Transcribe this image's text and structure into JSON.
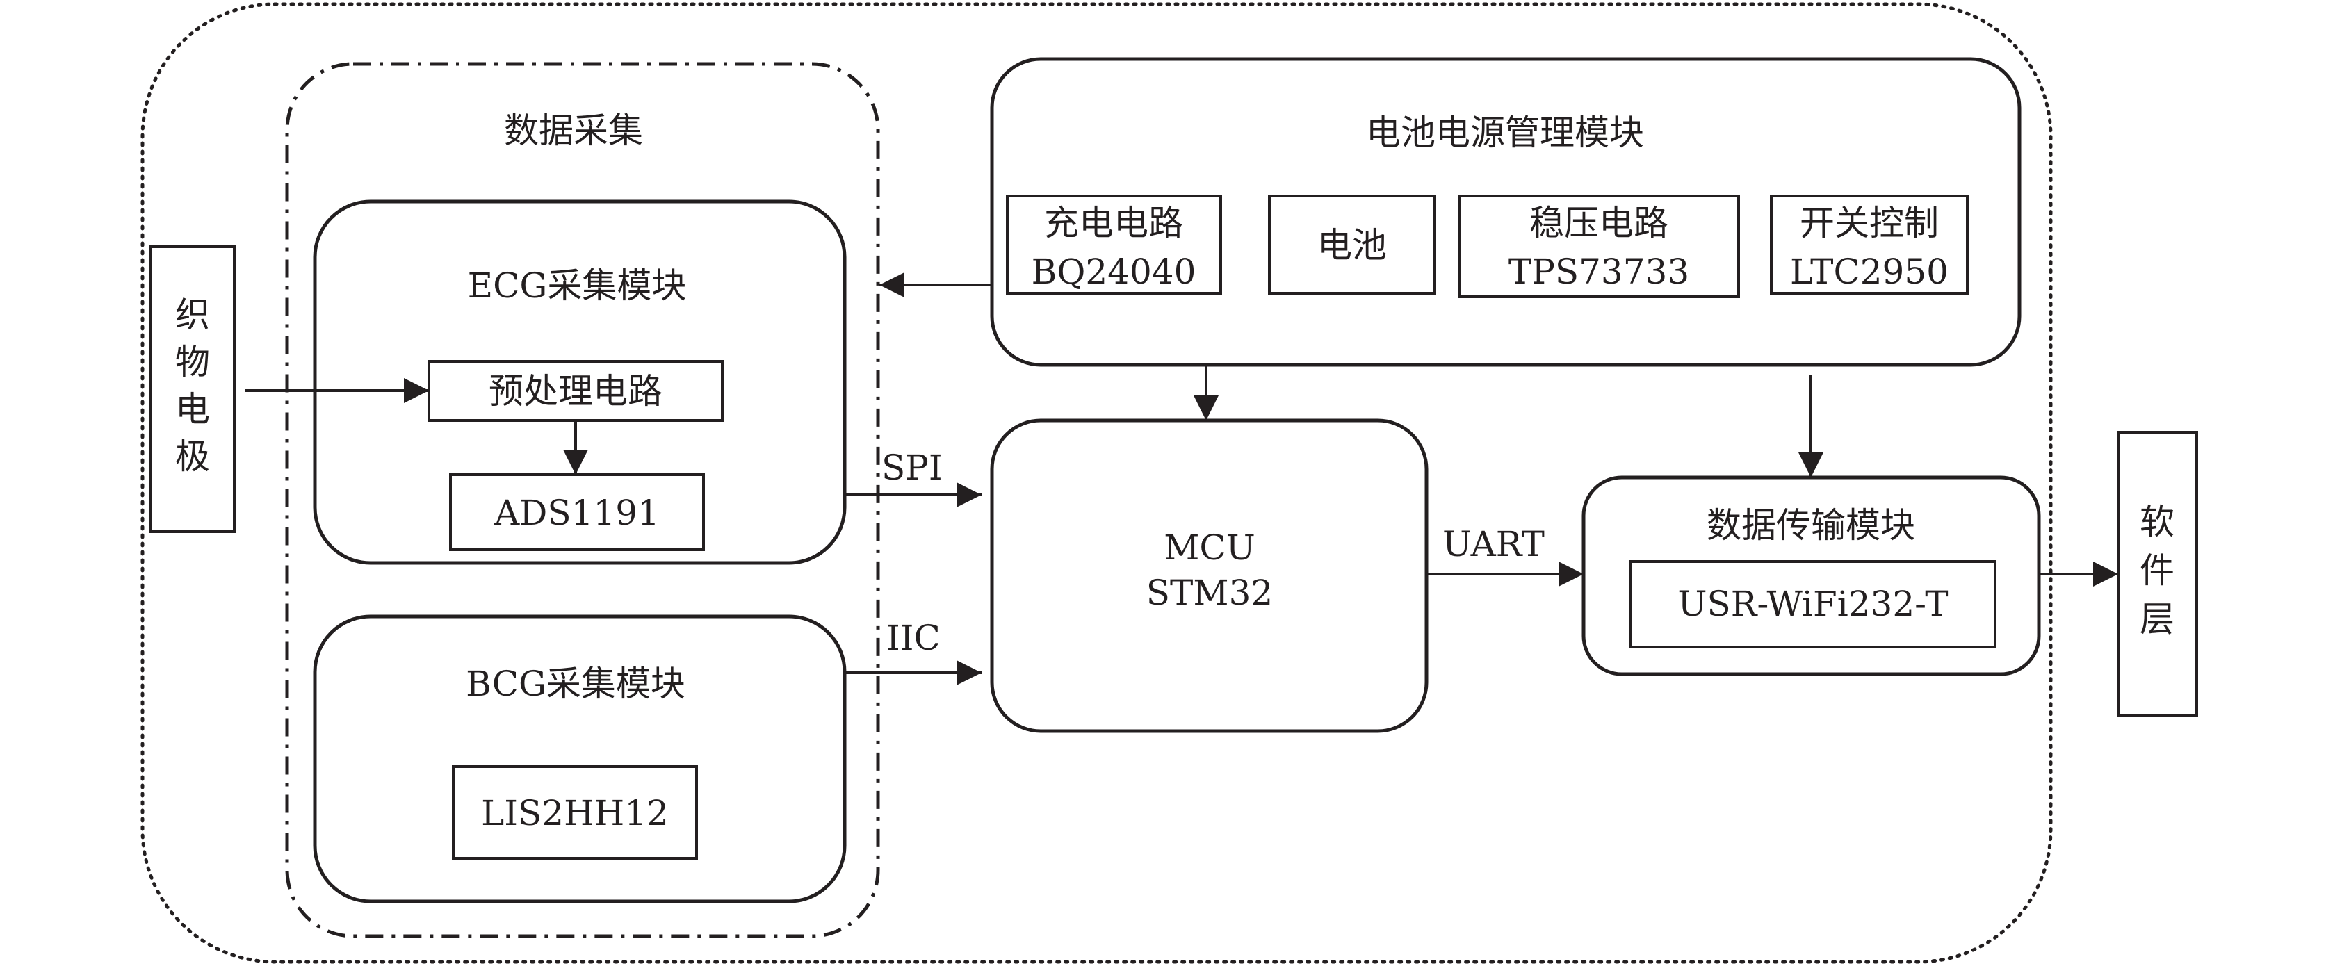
{
  "outer_system": {},
  "data_acquisition": {
    "title": "数据采集",
    "ecg_module": {
      "title": "ECG采集模块",
      "preprocess": "预处理电路",
      "chip": "ADS1191"
    },
    "bcg_module": {
      "title": "BCG采集模块",
      "chip": "LIS2HH12"
    }
  },
  "power_module": {
    "title": "电池电源管理模块",
    "charge": {
      "line1": "充电电路",
      "line2": "BQ24040"
    },
    "battery": {
      "line1": "电池"
    },
    "regulator": {
      "line1": "稳压电路",
      "line2": "TPS73733"
    },
    "switch": {
      "line1": "开关控制",
      "line2": "LTC2950"
    }
  },
  "electrode": {
    "chars": [
      "织",
      "物",
      "电",
      "极"
    ]
  },
  "mcu": {
    "line1": "MCU",
    "line2": "STM32"
  },
  "transmission": {
    "title": "数据传输模块",
    "chip": "USR-WiFi232-T"
  },
  "software": {
    "chars": [
      "软",
      "件",
      "层"
    ]
  },
  "links": {
    "spi": "SPI",
    "iic": "IIC",
    "uart": "UART"
  },
  "colors": {
    "stroke": "#231f20",
    "background": "#ffffff"
  }
}
